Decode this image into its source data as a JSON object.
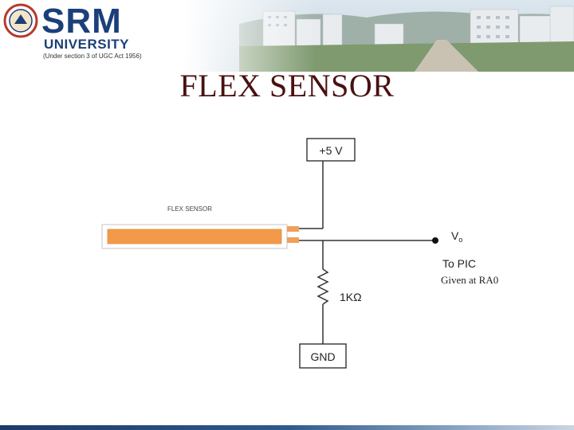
{
  "header": {
    "logo_name": "SRM",
    "logo_line2": "UNIVERSITY",
    "logo_tagline": "(Under section 3 of UGC Act 1956)",
    "title": "FLEX SENSOR"
  },
  "diagram": {
    "supply_label": "+5 V",
    "sensor_label": "FLEX SENSOR",
    "output_label": "Vo",
    "output_subscript_note": "o",
    "destination_label": "To PIC",
    "pin_note": "Given at RA0",
    "resistor_label": "1KΩ",
    "ground_label": "GND"
  },
  "colors": {
    "sensor_fill": "#f39a4a",
    "sensor_pad": "#f0a05a",
    "title": "#4a1010",
    "logo": "#1b3f7a"
  }
}
